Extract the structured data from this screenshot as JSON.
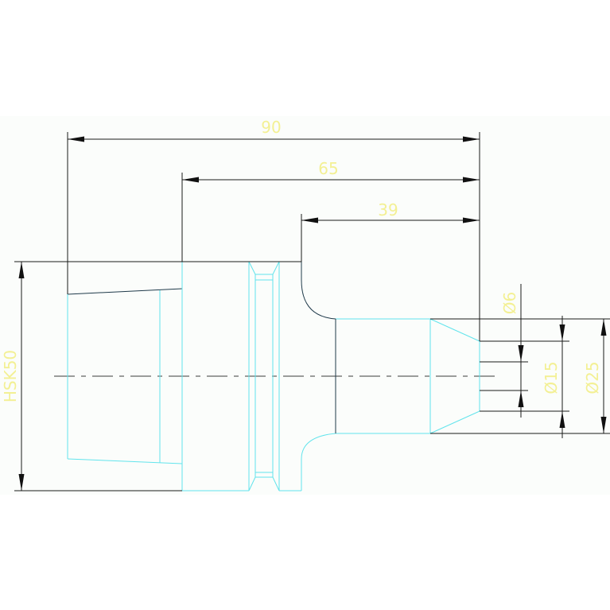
{
  "dimensions": {
    "length_overall": "90",
    "length_mid": "65",
    "length_short": "39",
    "shank": "HSK50",
    "dia_small": "Ø6",
    "dia_mid": "Ø15",
    "dia_large": "Ø25"
  },
  "colors": {
    "part_outline": "#62e4ec",
    "dimension_text": "#f3f094",
    "dimension_lines": "#1a1a1a",
    "background": "#fbfdfb"
  }
}
